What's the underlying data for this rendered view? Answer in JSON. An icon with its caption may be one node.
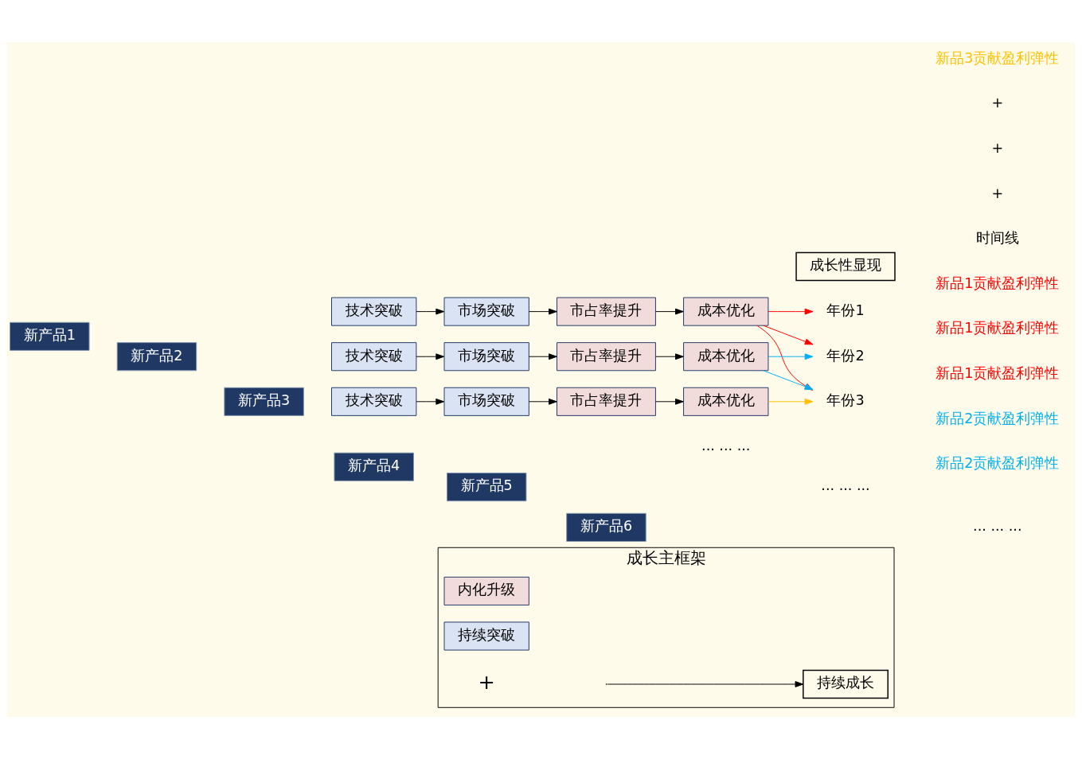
{
  "diagram": {
    "nodes": [
      {
        "text": [
          "新产品1"
        ]
      },
      {
        "text": [
          "技术突破"
        ]
      },
      {
        "text": [
          "市场突破"
        ]
      },
      {
        "text": [
          "市占率提升"
        ]
      },
      {
        "text": [
          "成本优化"
        ]
      },
      {
        "text": [
          "新产品2"
        ]
      },
      {
        "text": [
          "技术突破"
        ]
      },
      {
        "text": [
          "市场突破"
        ]
      },
      {
        "text": [
          "市占率提升"
        ]
      },
      {
        "text": [
          "成本优化"
        ]
      },
      {
        "text": [
          "新产品3"
        ]
      },
      {
        "text": [
          "技术突破"
        ]
      },
      {
        "text": [
          "市场突破"
        ]
      },
      {
        "text": [
          "市占率提升"
        ]
      },
      {
        "text": [
          "成本优化"
        ]
      },
      {
        "text": [
          "新产品4"
        ]
      },
      {
        "text": [
          "新产品5"
        ]
      },
      {
        "text": [
          "新产品6"
        ]
      },
      {
        "text": [
          "成长主框架"
        ]
      },
      {
        "text": [
          "内化升级"
        ],
        "in": 18
      },
      {
        "text": [
          "持续突破"
        ],
        "in": 18
      },
      {
        "text": [
          "持续成长"
        ],
        "in": 18
      },
      {
        "text": [
          "年份1"
        ]
      },
      {
        "text": [
          "年份2"
        ]
      },
      {
        "text": [
          "年份3"
        ]
      },
      {
        "text": [
          "成长性显现"
        ]
      }
    ],
    "edges": [
      {
        "from": 1,
        "to": 2,
        "arrow": "to"
      },
      {
        "from": 2,
        "to": 3,
        "arrow": "to"
      },
      {
        "from": 3,
        "to": 4,
        "arrow": "to"
      },
      {
        "from": 6,
        "to": 7,
        "arrow": "to"
      },
      {
        "from": 7,
        "to": 8,
        "arrow": "to"
      },
      {
        "from": 8,
        "to": 9,
        "arrow": "to"
      },
      {
        "from": 11,
        "to": 12,
        "arrow": "to"
      },
      {
        "from": 12,
        "to": 13,
        "arrow": "to"
      },
      {
        "from": 13,
        "to": 14,
        "arrow": "to"
      },
      {
        "from": 4,
        "to": 22,
        "arrow": "to",
        "color": "#ff0000"
      },
      {
        "from": 4,
        "to": 23,
        "arrow": "to",
        "color": "#ff0000"
      },
      {
        "from": 4,
        "to": 24,
        "arrow": "to",
        "color": "#ff0000"
      },
      {
        "from": 9,
        "to": 23,
        "arrow": "to",
        "color": "#00b0f0"
      },
      {
        "from": 9,
        "to": 24,
        "arrow": "to",
        "color": "#00b0f0"
      },
      {
        "from": 14,
        "to": 24,
        "arrow": "to",
        "color": "#ffc000"
      },
      {
        "from": null,
        "to": 21,
        "arrow": "to"
      }
    ],
    "labels": [
      "新品3贡献盈利弹性",
      "+",
      "新品2贡献盈利弹性",
      "新品2贡献盈利弹性",
      "+",
      "+",
      "新品1贡献盈利弹性",
      "新品1贡献盈利弹性",
      "新品1贡献盈利弹性",
      "时间线",
      "+",
      "... ... ...",
      "... ... ...",
      "... ... ..."
    ]
  }
}
